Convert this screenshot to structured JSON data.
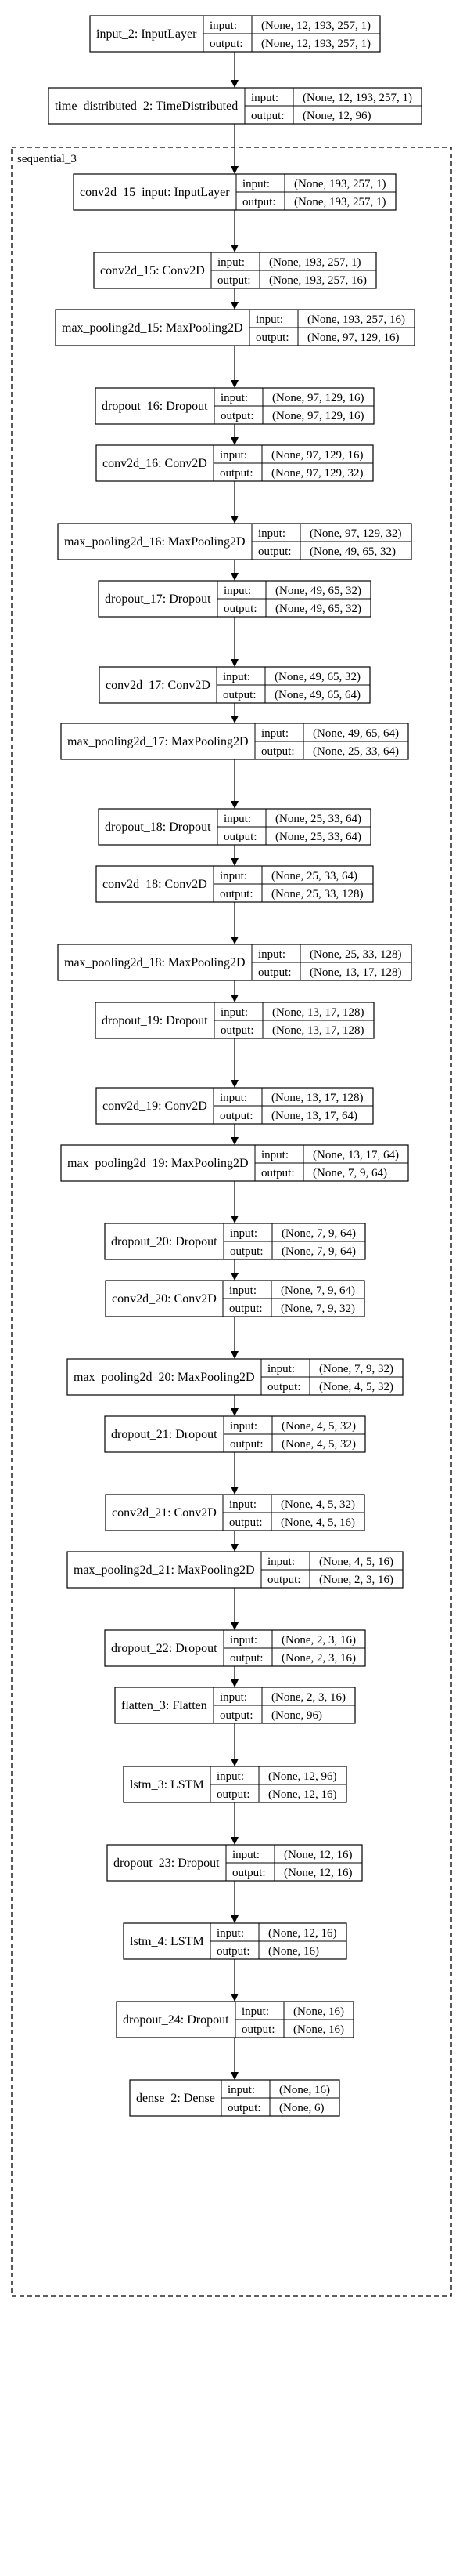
{
  "group": {
    "label": "sequential_3"
  },
  "port_labels": {
    "input": "input:",
    "output": "output:"
  },
  "nodes": [
    {
      "name": "input_2: InputLayer",
      "input": "(None, 12, 193, 257, 1)",
      "output": "(None, 12, 193, 257, 1)"
    },
    {
      "name": "time_distributed_2: TimeDistributed",
      "input": "(None, 12, 193, 257, 1)",
      "output": "(None, 12, 96)"
    },
    {
      "name": "conv2d_15_input: InputLayer",
      "input": "(None, 193, 257, 1)",
      "output": "(None, 193, 257, 1)"
    },
    {
      "name": "conv2d_15: Conv2D",
      "input": "(None, 193, 257, 1)",
      "output": "(None, 193, 257, 16)"
    },
    {
      "name": "max_pooling2d_15: MaxPooling2D",
      "input": "(None, 193, 257, 16)",
      "output": "(None, 97, 129, 16)"
    },
    {
      "name": "dropout_16: Dropout",
      "input": "(None, 97, 129, 16)",
      "output": "(None, 97, 129, 16)"
    },
    {
      "name": "conv2d_16: Conv2D",
      "input": "(None, 97, 129, 16)",
      "output": "(None, 97, 129, 32)"
    },
    {
      "name": "max_pooling2d_16: MaxPooling2D",
      "input": "(None, 97, 129, 32)",
      "output": "(None, 49, 65, 32)"
    },
    {
      "name": "dropout_17: Dropout",
      "input": "(None, 49, 65, 32)",
      "output": "(None, 49, 65, 32)"
    },
    {
      "name": "conv2d_17: Conv2D",
      "input": "(None, 49, 65, 32)",
      "output": "(None, 49, 65, 64)"
    },
    {
      "name": "max_pooling2d_17: MaxPooling2D",
      "input": "(None, 49, 65, 64)",
      "output": "(None, 25, 33, 64)"
    },
    {
      "name": "dropout_18: Dropout",
      "input": "(None, 25, 33, 64)",
      "output": "(None, 25, 33, 64)"
    },
    {
      "name": "conv2d_18: Conv2D",
      "input": "(None, 25, 33, 64)",
      "output": "(None, 25, 33, 128)"
    },
    {
      "name": "max_pooling2d_18: MaxPooling2D",
      "input": "(None, 25, 33, 128)",
      "output": "(None, 13, 17, 128)"
    },
    {
      "name": "dropout_19: Dropout",
      "input": "(None, 13, 17, 128)",
      "output": "(None, 13, 17, 128)"
    },
    {
      "name": "conv2d_19: Conv2D",
      "input": "(None, 13, 17, 128)",
      "output": "(None, 13, 17, 64)"
    },
    {
      "name": "max_pooling2d_19: MaxPooling2D",
      "input": "(None, 13, 17, 64)",
      "output": "(None, 7, 9, 64)"
    },
    {
      "name": "dropout_20: Dropout",
      "input": "(None, 7, 9, 64)",
      "output": "(None, 7, 9, 64)"
    },
    {
      "name": "conv2d_20: Conv2D",
      "input": "(None, 7, 9, 64)",
      "output": "(None, 7, 9, 32)"
    },
    {
      "name": "max_pooling2d_20: MaxPooling2D",
      "input": "(None, 7, 9, 32)",
      "output": "(None, 4, 5, 32)"
    },
    {
      "name": "dropout_21: Dropout",
      "input": "(None, 4, 5, 32)",
      "output": "(None, 4, 5, 32)"
    },
    {
      "name": "conv2d_21: Conv2D",
      "input": "(None, 4, 5, 32)",
      "output": "(None, 4, 5, 16)"
    },
    {
      "name": "max_pooling2d_21: MaxPooling2D",
      "input": "(None, 4, 5, 16)",
      "output": "(None, 2, 3, 16)"
    },
    {
      "name": "dropout_22: Dropout",
      "input": "(None, 2, 3, 16)",
      "output": "(None, 2, 3, 16)"
    },
    {
      "name": "flatten_3: Flatten",
      "input": "(None, 2, 3, 16)",
      "output": "(None, 96)"
    },
    {
      "name": "lstm_3: LSTM",
      "input": "(None, 12, 96)",
      "output": "(None, 12, 16)"
    },
    {
      "name": "dropout_23: Dropout",
      "input": "(None, 12, 16)",
      "output": "(None, 12, 16)"
    },
    {
      "name": "lstm_4: LSTM",
      "input": "(None, 12, 16)",
      "output": "(None, 16)"
    },
    {
      "name": "dropout_24: Dropout",
      "input": "(None, 16)",
      "output": "(None, 16)"
    },
    {
      "name": "dense_2: Dense",
      "input": "(None, 16)",
      "output": "(None, 6)"
    }
  ]
}
